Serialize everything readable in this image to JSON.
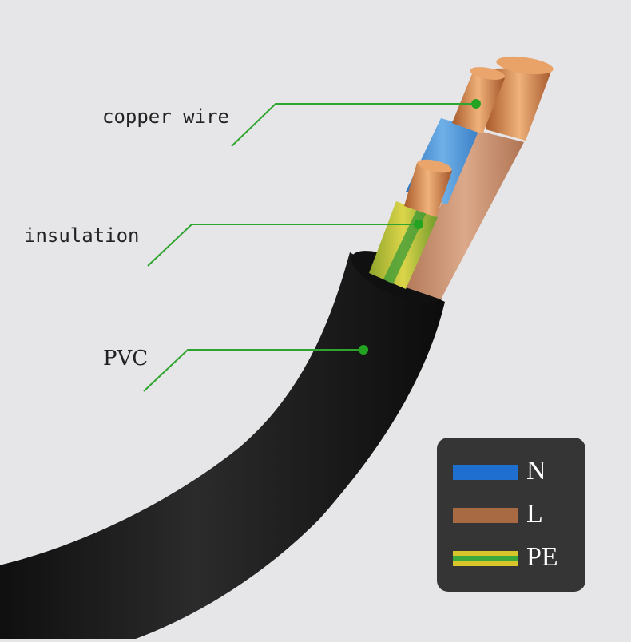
{
  "labels": {
    "copper_wire": "copper wire",
    "insulation": "insulation",
    "pvc": "PVC"
  },
  "legend": {
    "items": [
      {
        "text": "N",
        "color": "#1f6fd1"
      },
      {
        "text": "L",
        "color": "#a86a42"
      },
      {
        "text": "PE",
        "color": "#d8c52c",
        "stripe": "#3aa83a"
      }
    ]
  },
  "colors": {
    "callout_line": "#2fa52f",
    "callout_dot": "#22a322",
    "jacket": "#1a1a1a",
    "blue_wire": "#4d95d6",
    "brown_wire": "#c89274",
    "yellow_green_wire": "#b9c23a",
    "copper": "#d6894f",
    "background": "#e6e6e8"
  }
}
